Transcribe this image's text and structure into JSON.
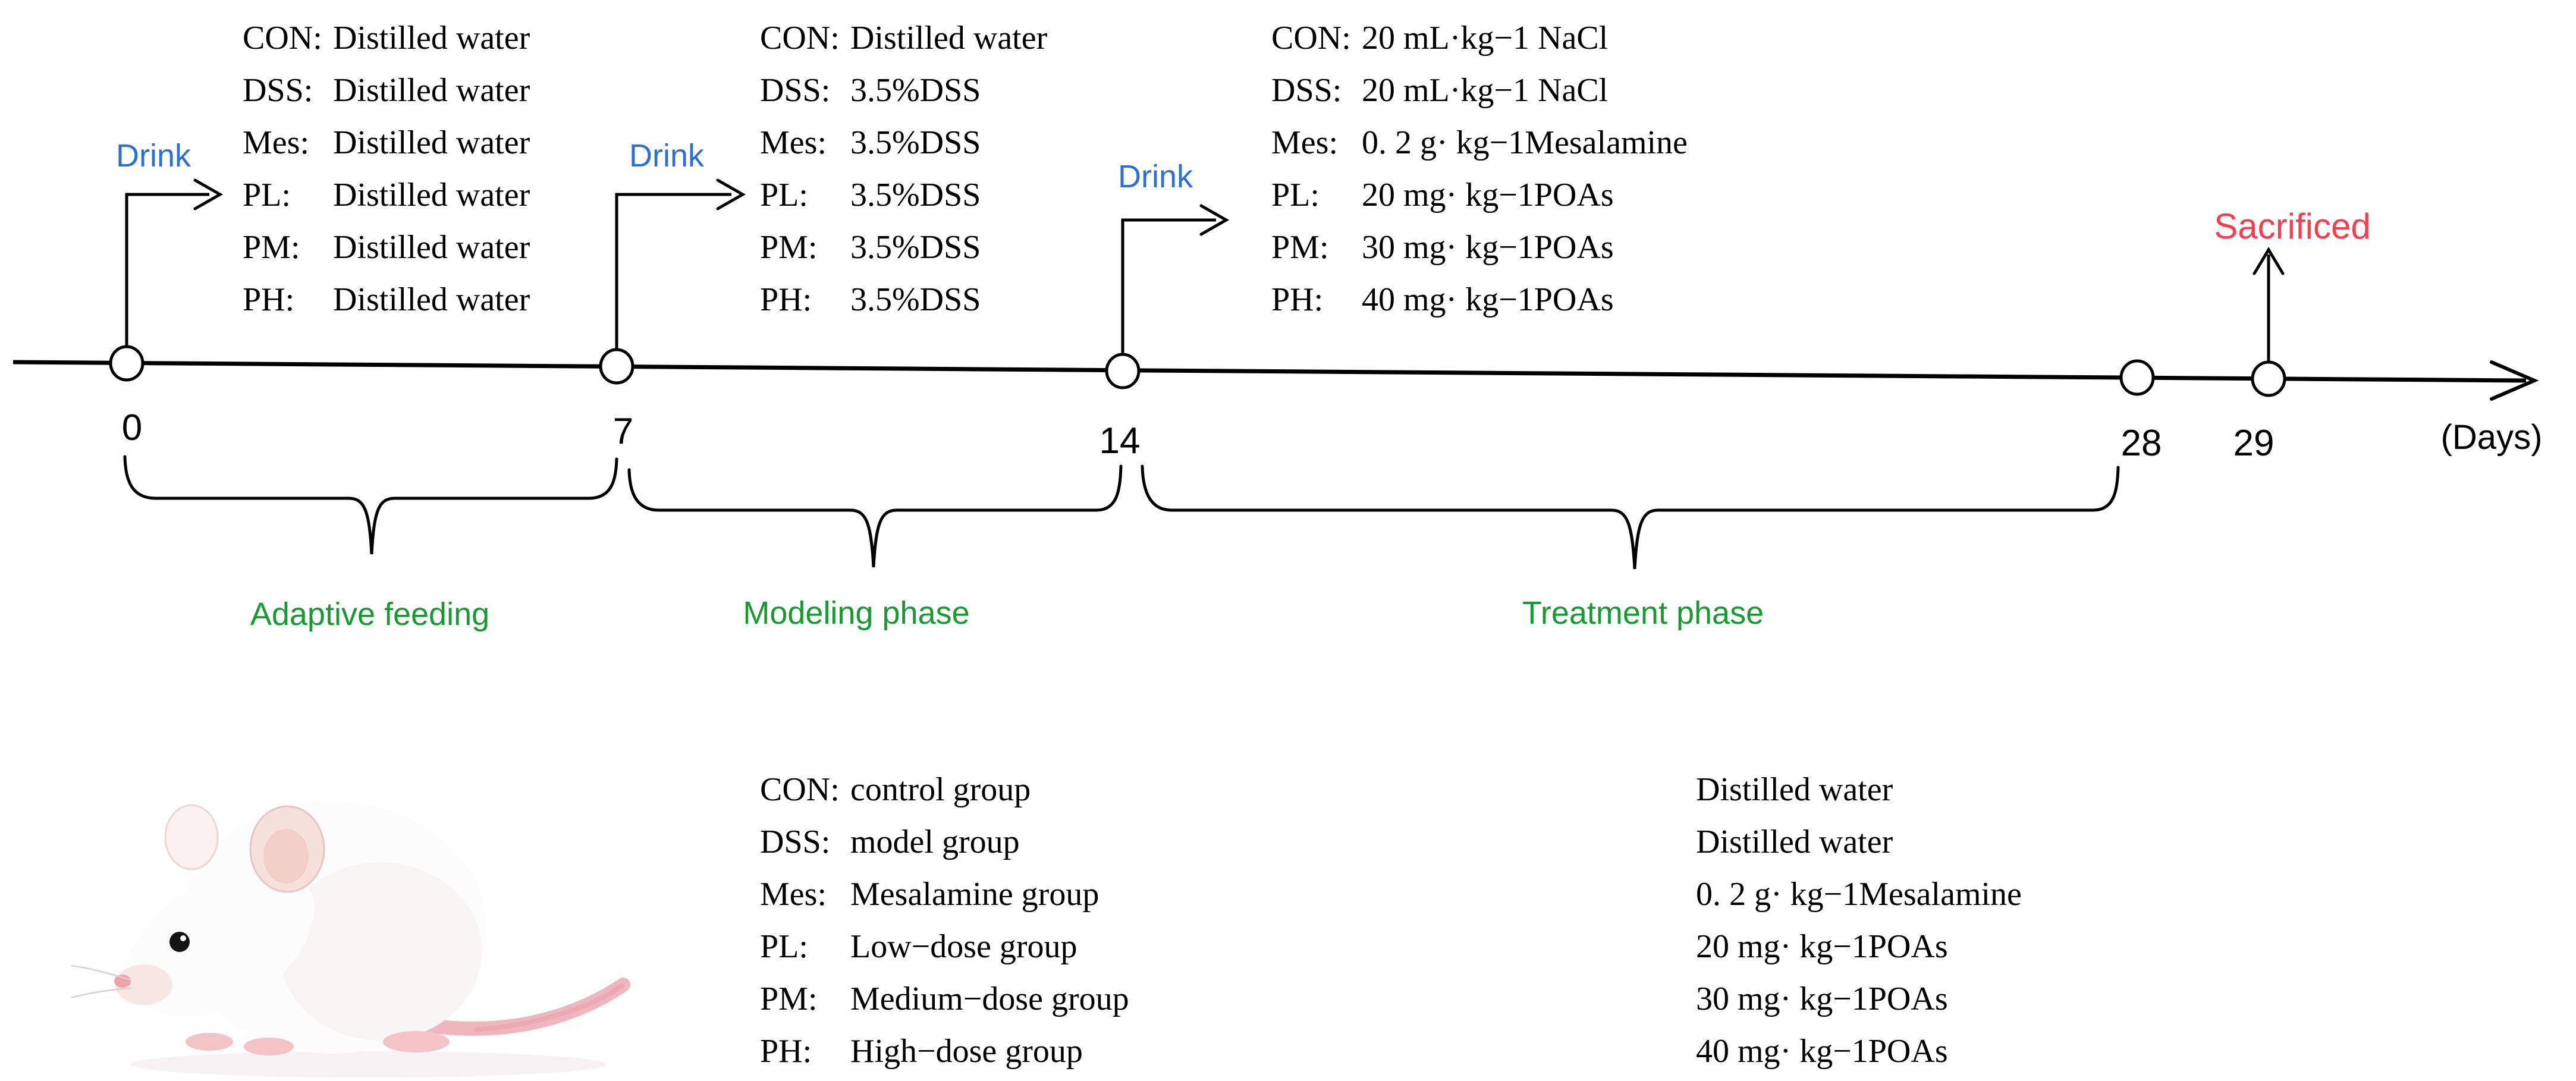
{
  "figure": {
    "drink_label": "Drink",
    "sacrificed_label": "Sacrificed",
    "axis_label": "(Days)"
  },
  "timeline": {
    "day_ticks": [
      "0",
      "7",
      "14",
      "28",
      "29"
    ]
  },
  "phases": [
    {
      "label": "Adaptive feeding"
    },
    {
      "label": "Modeling phase"
    },
    {
      "label": "Treatment phase"
    }
  ],
  "interventions": [
    {
      "period": "day 0-7",
      "items": [
        {
          "abbr": "CON:",
          "value": "Distilled water"
        },
        {
          "abbr": "DSS:",
          "value": "Distilled water"
        },
        {
          "abbr": "Mes:",
          "value": "Distilled water"
        },
        {
          "abbr": "PL:",
          "value": "Distilled water"
        },
        {
          "abbr": "PM:",
          "value": "Distilled water"
        },
        {
          "abbr": "PH:",
          "value": "Distilled water"
        }
      ]
    },
    {
      "period": "day 7-14",
      "items": [
        {
          "abbr": "CON:",
          "value": "Distilled water"
        },
        {
          "abbr": "DSS:",
          "value": "3.5%DSS"
        },
        {
          "abbr": "Mes:",
          "value": "3.5%DSS"
        },
        {
          "abbr": "PL:",
          "value": "3.5%DSS"
        },
        {
          "abbr": "PM:",
          "value": "3.5%DSS"
        },
        {
          "abbr": "PH:",
          "value": "3.5%DSS"
        }
      ]
    },
    {
      "period": "day 14-28",
      "items": [
        {
          "abbr": "CON:",
          "value": "20 mL·kg−1 NaCl"
        },
        {
          "abbr": "DSS:",
          "value": "20 mL·kg−1 NaCl"
        },
        {
          "abbr": "Mes:",
          "value": "0. 2 g· kg−1Mesalamine"
        },
        {
          "abbr": "PL:",
          "value": "20 mg· kg−1POAs"
        },
        {
          "abbr": "PM:",
          "value": "30 mg· kg−1POAs"
        },
        {
          "abbr": "PH:",
          "value": "40 mg· kg−1POAs"
        }
      ]
    }
  ],
  "legend": {
    "groups": [
      {
        "abbr": "CON:",
        "name": "control group"
      },
      {
        "abbr": "DSS:",
        "name": "model group"
      },
      {
        "abbr": "Mes:",
        "name": "Mesalamine group"
      },
      {
        "abbr": "PL:",
        "name": "Low−dose group"
      },
      {
        "abbr": "PM:",
        "name": "Medium−dose group"
      },
      {
        "abbr": "PH:",
        "name": "High−dose group"
      }
    ],
    "doses": [
      "Distilled water",
      "Distilled water",
      "0. 2 g· kg−1Mesalamine",
      "20 mg· kg−1POAs",
      "30 mg· kg−1POAs",
      "40 mg· kg−1POAs"
    ]
  },
  "colors": {
    "drink_blue": "#2c6fd6",
    "sacrificed_red": "#fb3c4e",
    "phase_green": "#189a32",
    "line_black": "#000000"
  }
}
